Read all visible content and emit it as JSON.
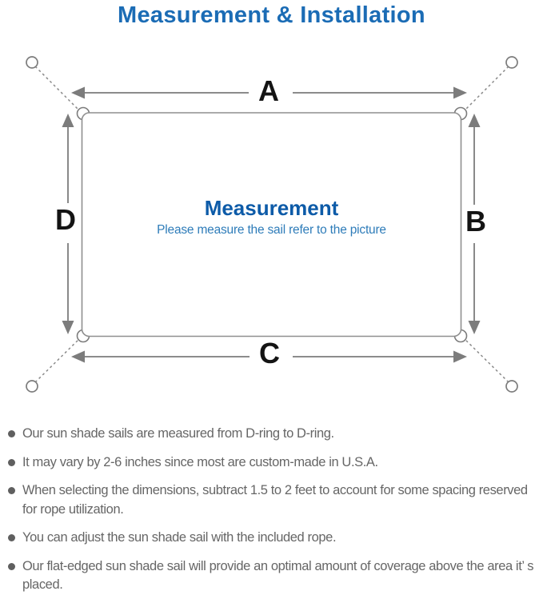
{
  "title": {
    "text": "Measurement & Installation",
    "color": "#1b6cb5"
  },
  "diagram": {
    "edge_labels": {
      "top": "A",
      "right": "B",
      "bottom": "C",
      "left": "D"
    },
    "center": {
      "heading": "Measurement",
      "subheading": "Please measure the sail refer to the picture",
      "heading_color": "#0d5ba8",
      "subheading_color": "#2e7cb9"
    },
    "colors": {
      "arrow_gray": "#7c7c7c",
      "sail_outline_gray": "#8f8f8f",
      "rope_dash_gray": "#8a8a8a",
      "label_black": "#141414"
    }
  },
  "notes": {
    "bullet_color": "#5f5f5f",
    "text_color": "#666666",
    "items": [
      "Our sun shade sails are measured from D-ring to D-ring.",
      "It may vary by 2-6 inches since most are custom-made in U.S.A.",
      "When selecting the dimensions, subtract 1.5 to 2 feet to account for some spacing reserved for rope utilization.",
      "You can adjust the sun shade sail with the included rope.",
      "Our flat-edged sun shade sail will provide an optimal amount of coverage above the area it’ s placed."
    ]
  }
}
